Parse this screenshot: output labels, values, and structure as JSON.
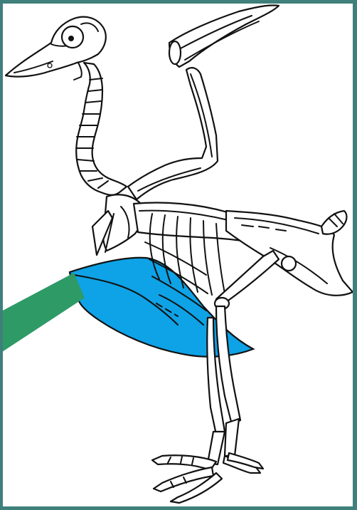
{
  "figure": {
    "subject": "bird-skeleton",
    "highlighted_part": "sternum-keel",
    "colors": {
      "frame": "#3f7f7c",
      "background": "#ffffff",
      "highlight": "#0ea2e6",
      "pointer": "#2e9a66",
      "outline": "#111111"
    },
    "pointer": {
      "direction": "from-left",
      "target": "sternum-keel"
    }
  }
}
